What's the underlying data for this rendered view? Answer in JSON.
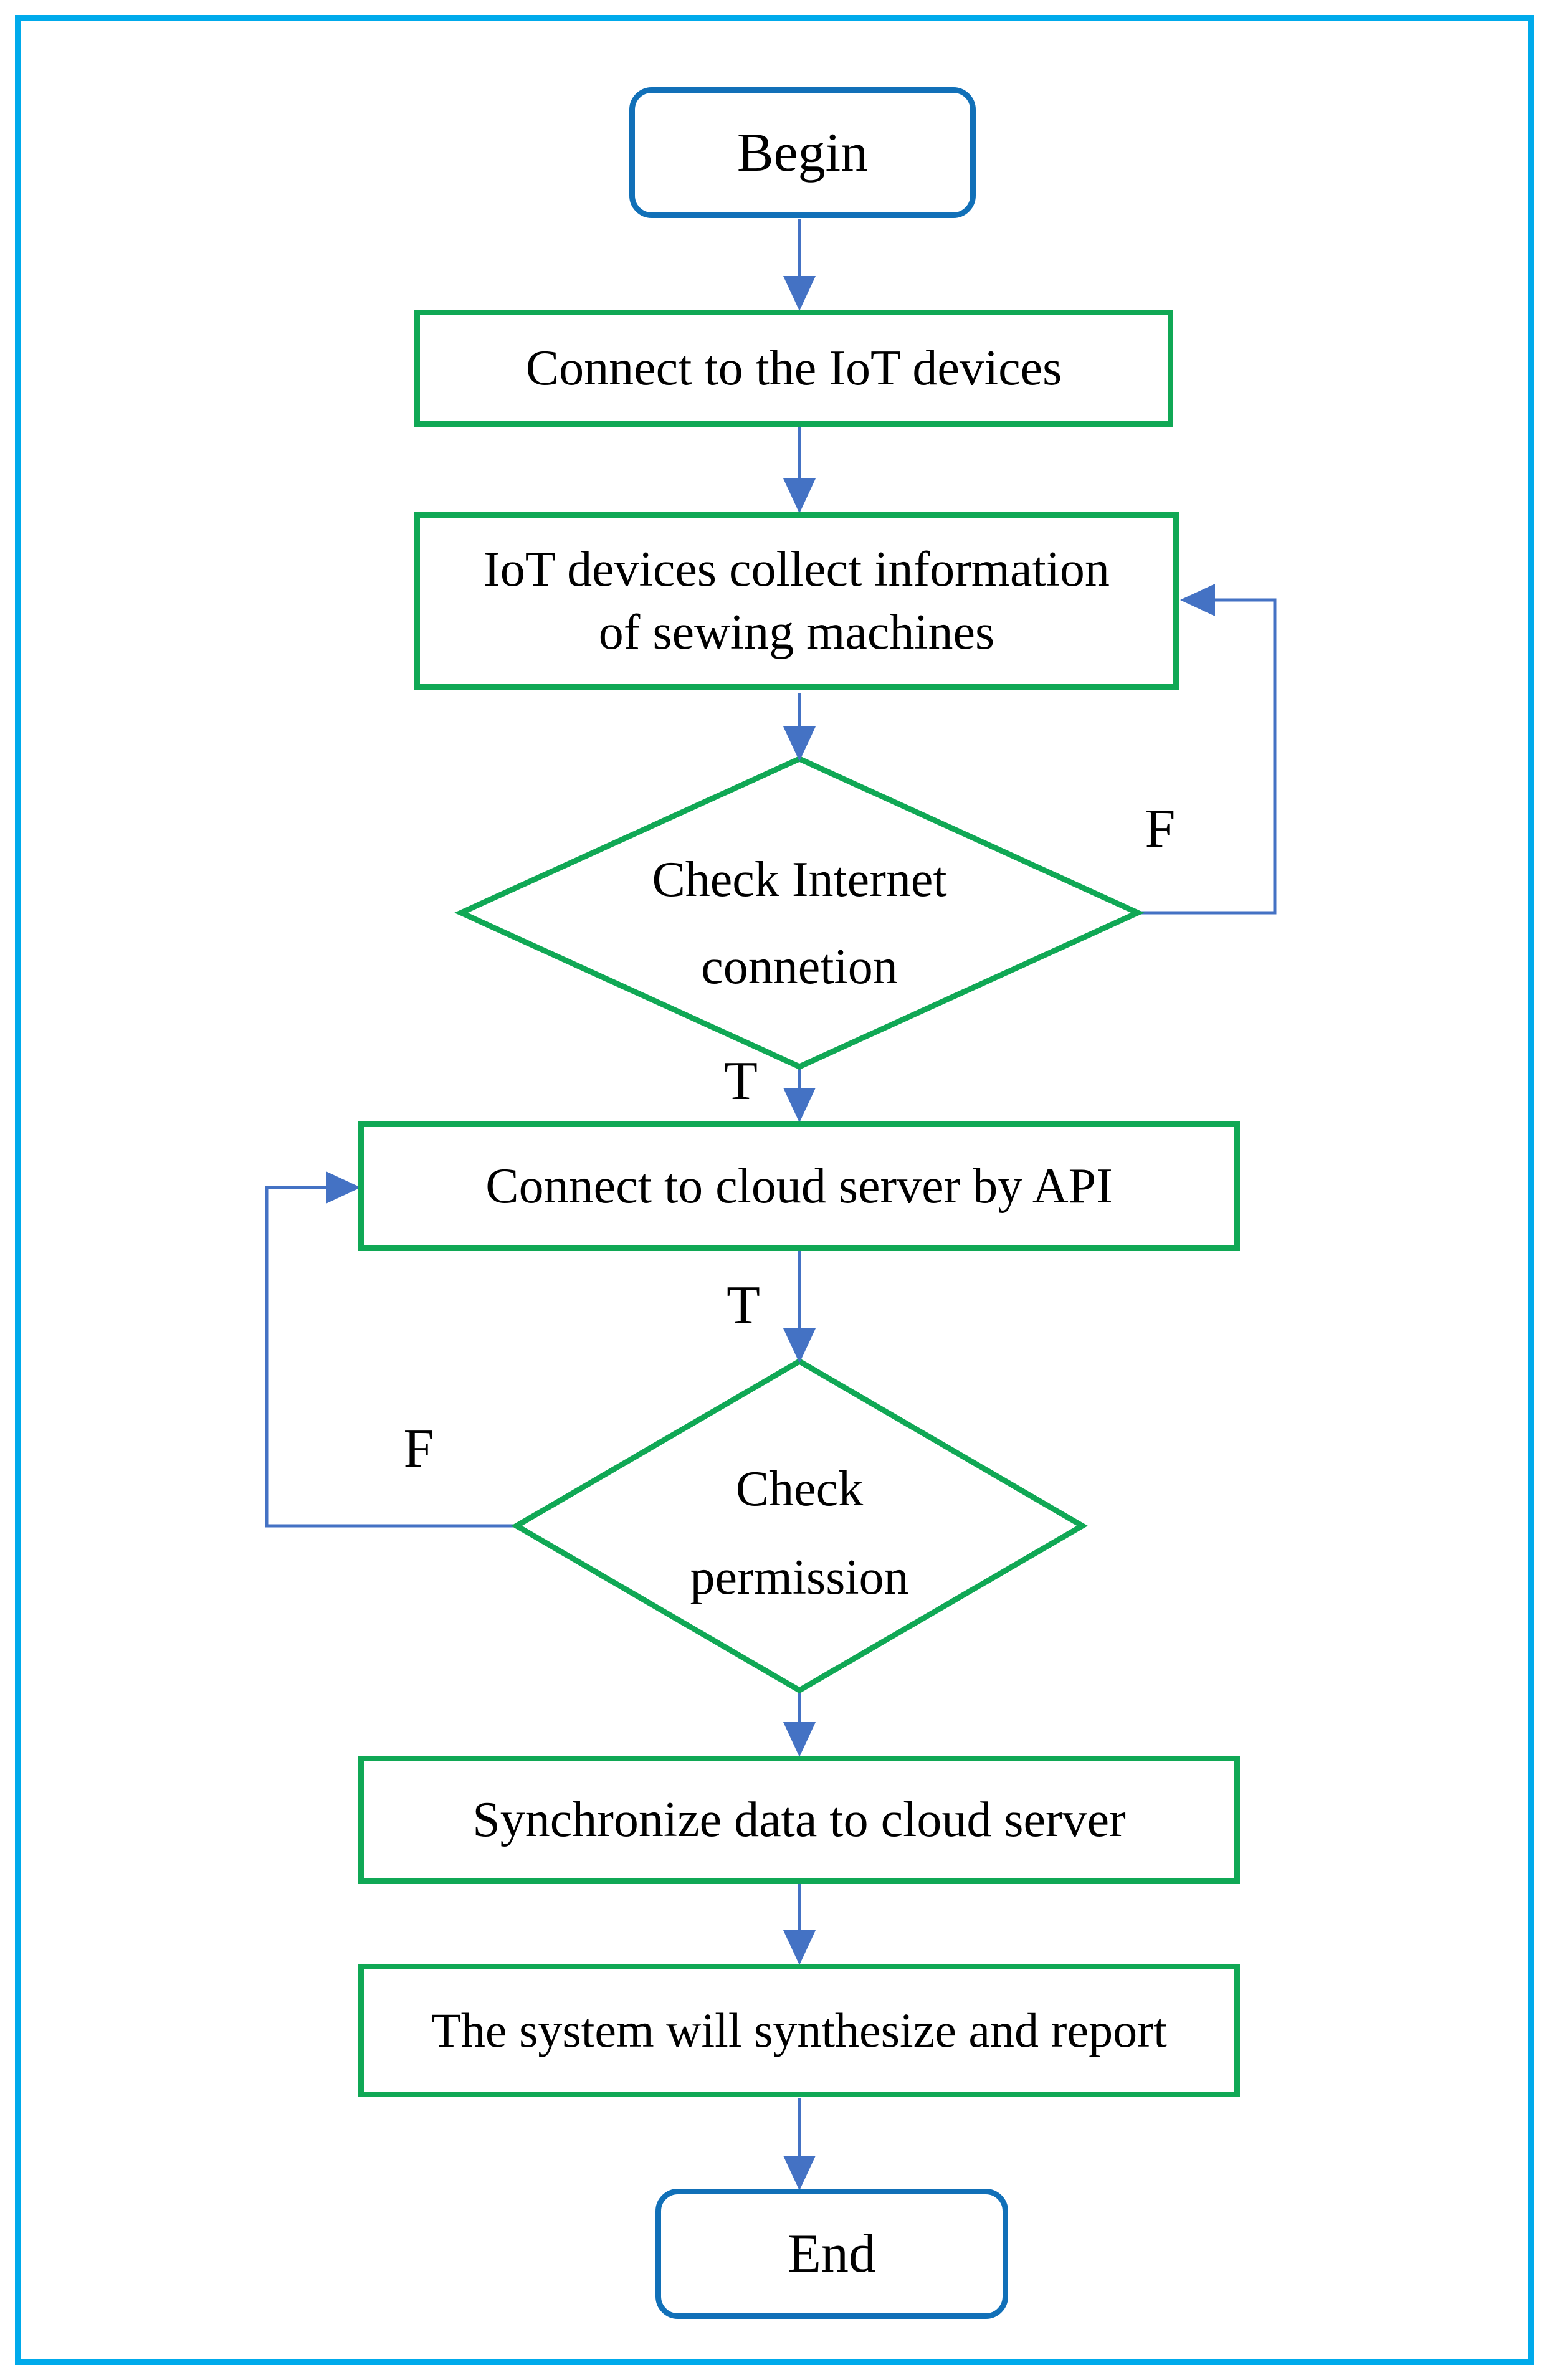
{
  "palette": {
    "frame_border": "#00AAEB",
    "terminal_border": "#1170B8",
    "process_border": "#10A855",
    "connector": "#4472C4",
    "text_color": "#000000",
    "background": "#FFFFFF"
  },
  "nodes": {
    "begin": {
      "label": "Begin"
    },
    "connect_iot": {
      "label": "Connect to the IoT devices"
    },
    "collect_info": {
      "line1": "IoT devices collect information",
      "line2": "of sewing machines"
    },
    "check_internet": {
      "line1": "Check Internet",
      "line2": "connetion"
    },
    "connect_cloud": {
      "label": "Connect to cloud server by API"
    },
    "check_permission": {
      "line1": "Check",
      "line2": "permission"
    },
    "sync_data": {
      "label": "Synchronize data to cloud server"
    },
    "synthesize_report": {
      "label": "The system will synthesize and report"
    },
    "end": {
      "label": "End"
    }
  },
  "edge_labels": {
    "internet_true": "T",
    "internet_false": "F",
    "cloud_true": "T",
    "permission_false": "F"
  }
}
